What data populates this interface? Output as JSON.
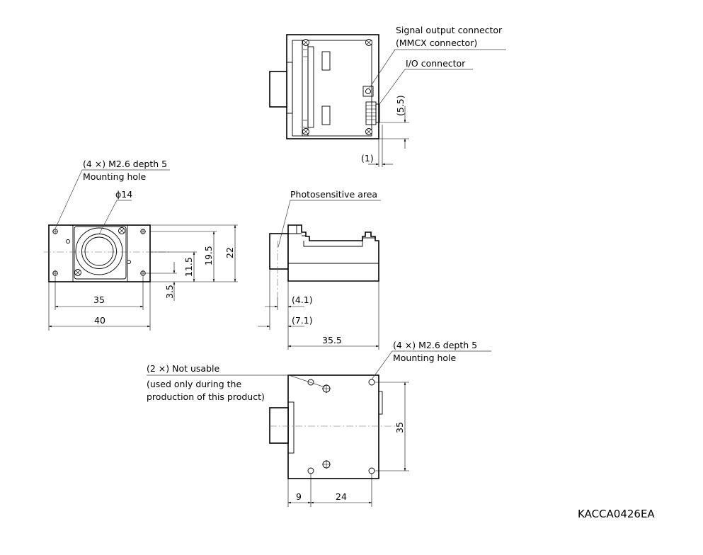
{
  "figure_code": "KACCA0426EA",
  "callouts": {
    "signal_output_line1": "Signal output connector",
    "signal_output_line2": "(MMCX connector)",
    "io_connector": "I/O connector",
    "front_mounting_line1": "(4 ×) M2.6 depth 5",
    "front_mounting_line2": "Mounting hole",
    "lens_diameter": "ϕ14",
    "photosensitive_area": "Photosensitive area",
    "bottom_mounting_line1": "(4 ×) M2.6 depth 5",
    "bottom_mounting_line2": "Mounting hole",
    "not_usable_line1": "(2 ×) Not usable",
    "not_usable_line2": "(used only during the",
    "not_usable_line3": "production of this product)"
  },
  "dimensions": {
    "top_view": {
      "connector_offset": "(5.5)",
      "connector_protrusion": "(1)"
    },
    "front_view": {
      "hole_pitch_h": "35",
      "width": "40",
      "hole_bottom": "3.5",
      "center_height": "11.5",
      "hole_top": "19.5",
      "height": "22"
    },
    "side_view": {
      "sensor_depth_1": "(4.1)",
      "sensor_depth_2": "(7.1)",
      "body_length": "35.5"
    },
    "bottom_view": {
      "hole_offset": "9",
      "hole_pitch_a": "24",
      "hole_pitch_b": "35"
    }
  }
}
